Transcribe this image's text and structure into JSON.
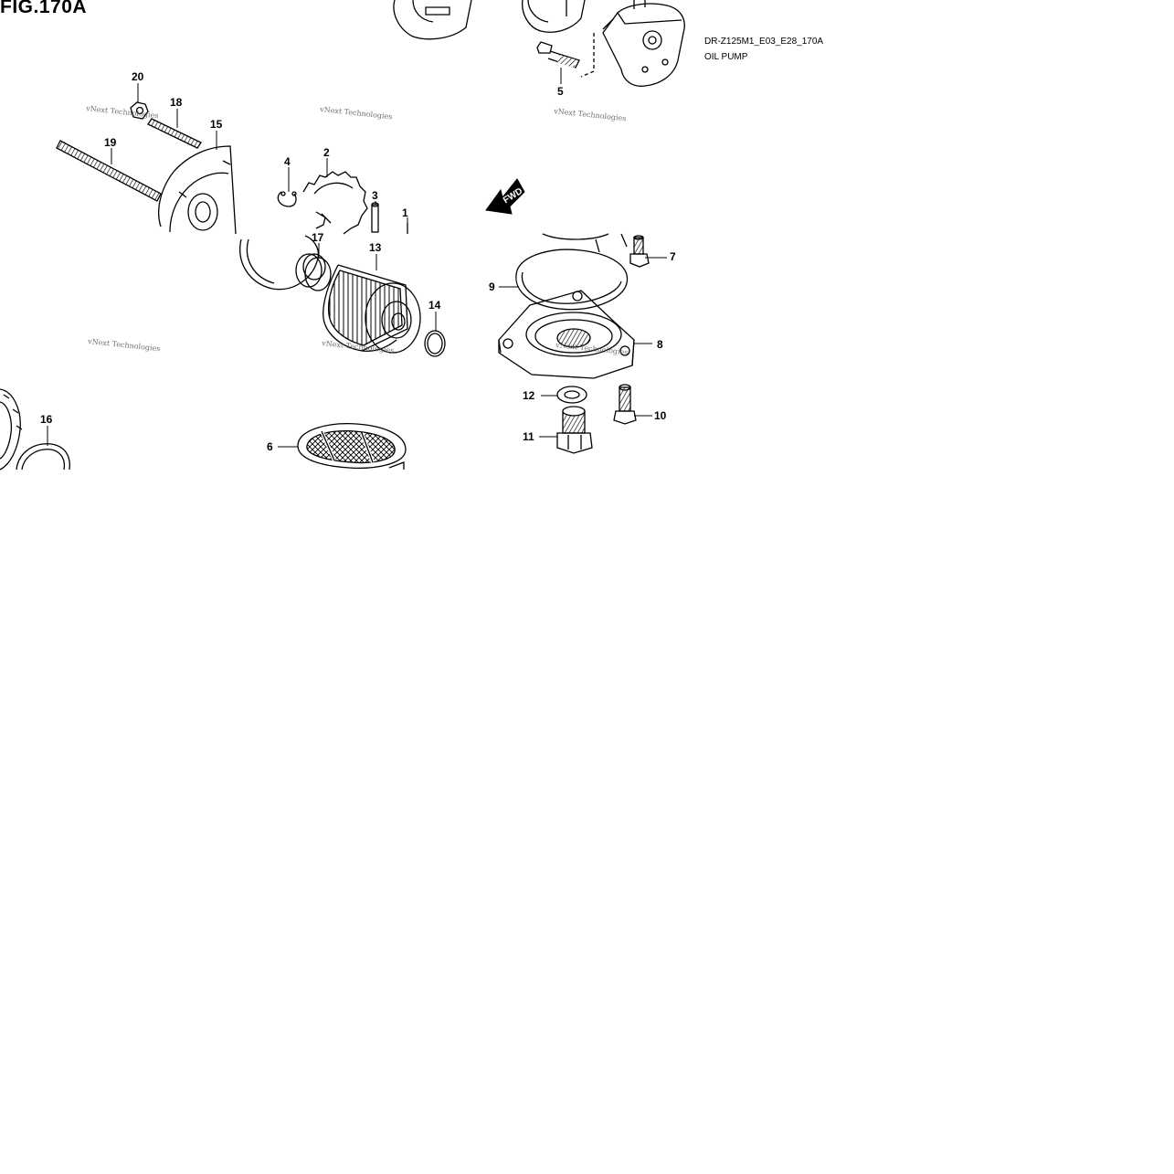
{
  "figure": {
    "title": "FIG.170A",
    "code": "DR-Z125M1_E03_E28_170A",
    "name": "OIL PUMP"
  },
  "direction_marker": "FWD",
  "watermark": "vNext Technologies",
  "callouts": [
    {
      "id": "c1",
      "label": "1"
    },
    {
      "id": "c2",
      "label": "2"
    },
    {
      "id": "c3",
      "label": "3"
    },
    {
      "id": "c4",
      "label": "4"
    },
    {
      "id": "c5",
      "label": "5"
    },
    {
      "id": "c6",
      "label": "6"
    },
    {
      "id": "c7",
      "label": "7"
    },
    {
      "id": "c8",
      "label": "8"
    },
    {
      "id": "c9",
      "label": "9"
    },
    {
      "id": "c10",
      "label": "10"
    },
    {
      "id": "c11",
      "label": "11"
    },
    {
      "id": "c12",
      "label": "12"
    },
    {
      "id": "c13",
      "label": "13"
    },
    {
      "id": "c14",
      "label": "14"
    },
    {
      "id": "c15",
      "label": "15"
    },
    {
      "id": "c16",
      "label": "16"
    },
    {
      "id": "c17",
      "label": "17"
    },
    {
      "id": "c18",
      "label": "18"
    },
    {
      "id": "c19",
      "label": "19"
    },
    {
      "id": "c20",
      "label": "20"
    }
  ]
}
